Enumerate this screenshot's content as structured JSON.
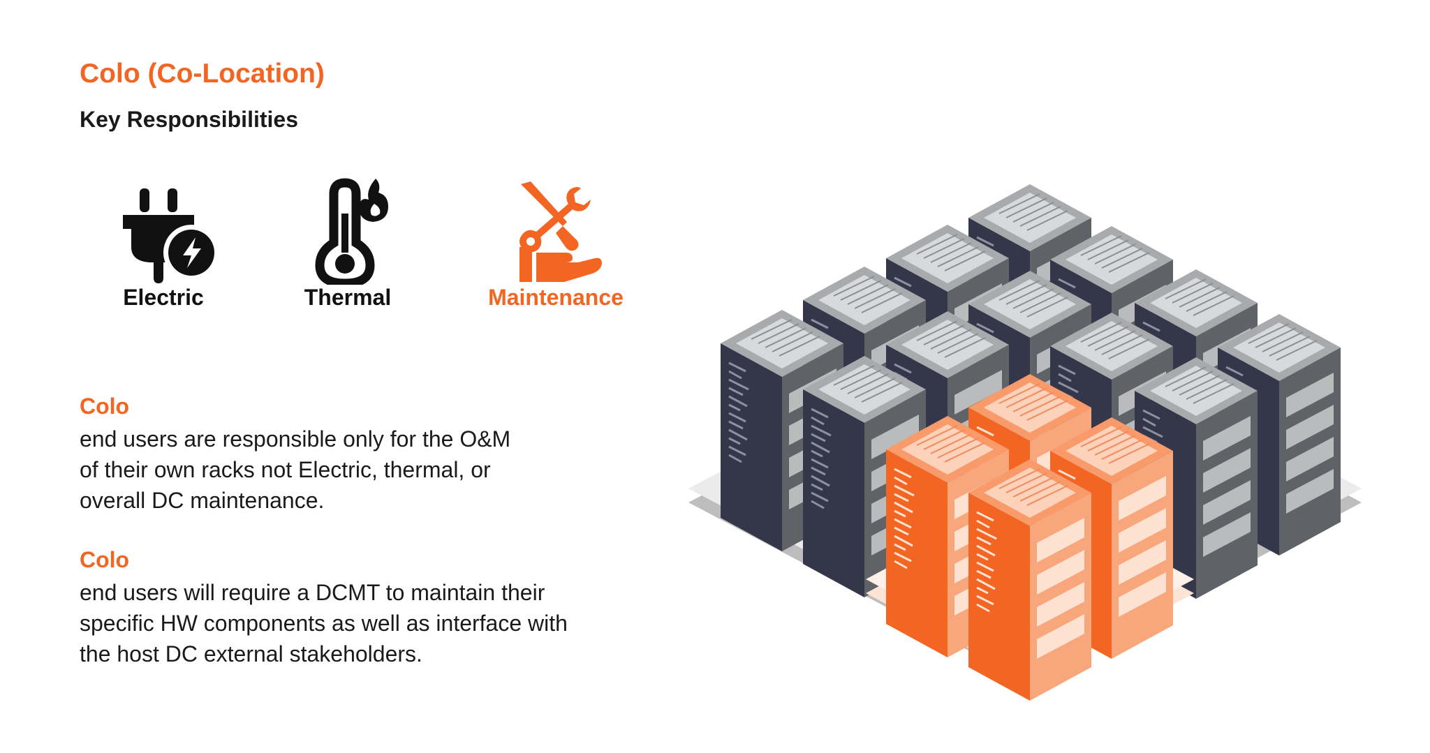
{
  "header": {
    "title": "Colo (Co-Location)",
    "subtitle": "Key Responsibilities"
  },
  "responsibilities": [
    {
      "label": "Electric",
      "icon": "plug-bolt-icon",
      "highlighted": false
    },
    {
      "label": "Thermal",
      "icon": "thermometer-flame-icon",
      "highlighted": false
    },
    {
      "label": "Maintenance",
      "icon": "tools-hand-icon",
      "highlighted": true
    }
  ],
  "sections": [
    {
      "heading": "Colo",
      "body": "end users are responsible only for the O&M of their own racks not Electric, thermal, or overall DC maintenance."
    },
    {
      "heading": "Colo",
      "body": "end users will require a DCMT to maintain their specific HW components as well as interface with the host DC external stakeholders."
    }
  ],
  "colors": {
    "accent": "#f26522",
    "text": "#1a1a1a",
    "rack_dark": "#34364a",
    "rack_gray": "#5f6266"
  }
}
